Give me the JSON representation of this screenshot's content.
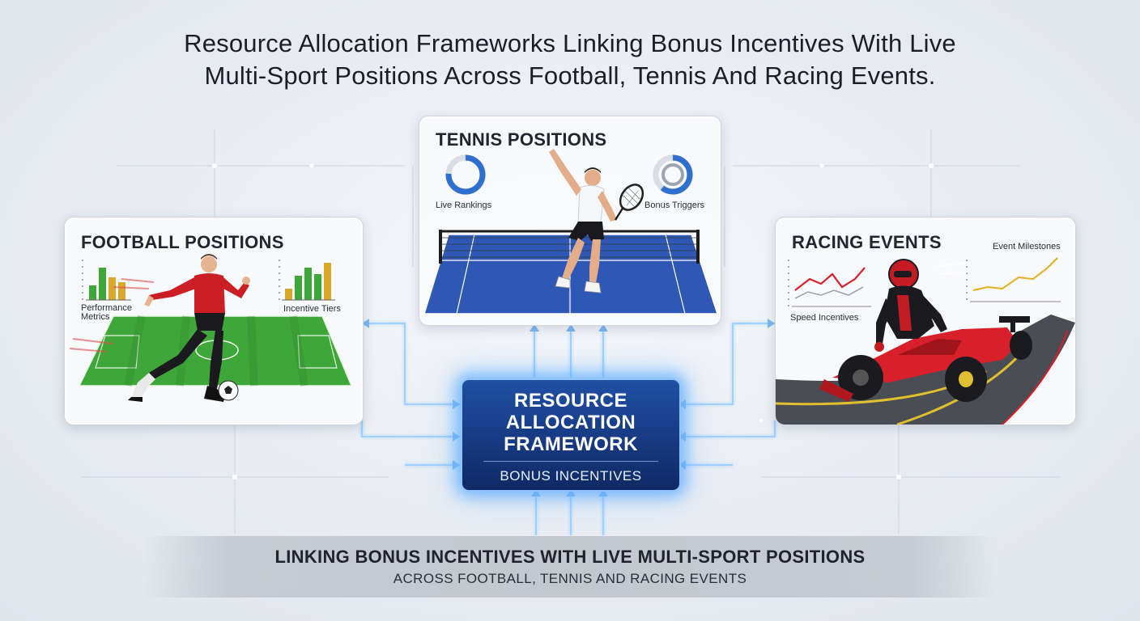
{
  "title": {
    "line1": "Resource Allocation Frameworks Linking Bonus Incentives With Live",
    "line2": "Multi-Sport Positions Across Football, Tennis And Racing Events."
  },
  "football": {
    "title": "FOOTBALL POSITIONS",
    "metric_left": "Performance\nMetrics",
    "metric_left_l1": "Performance",
    "metric_left_l2": "Metrics",
    "metric_right": "Incentive Tiers"
  },
  "tennis": {
    "title": "TENNIS POSITIONS",
    "metric_left": "Live Rankings",
    "metric_right": "Bonus Triggers"
  },
  "racing": {
    "title": "RACING EVENTS",
    "metric_left": "Speed Incentives",
    "metric_right": "Event Milestones"
  },
  "hub": {
    "line1": "RESOURCE",
    "line2": "ALLOCATION",
    "line3": "FRAMEWORK",
    "subtitle": "BONUS INCENTIVES"
  },
  "banner": {
    "line1": "LINKING BONUS INCENTIVES WITH LIVE MULTI-SPORT POSITIONS",
    "line2": "ACROSS FOOTBALL, TENNIS AND RACING EVENTS"
  },
  "colors": {
    "hub_blue": "#173a83",
    "glow": "#8fc6ff",
    "football_green": "#3fa63a",
    "tennis_court": "#2f57b5",
    "racing_red": "#d8202a",
    "chart_gold": "#e0b020"
  },
  "icons": {
    "football": "soccer-player-icon",
    "tennis": "tennis-player-icon",
    "racing": "race-car-driver-icon"
  }
}
